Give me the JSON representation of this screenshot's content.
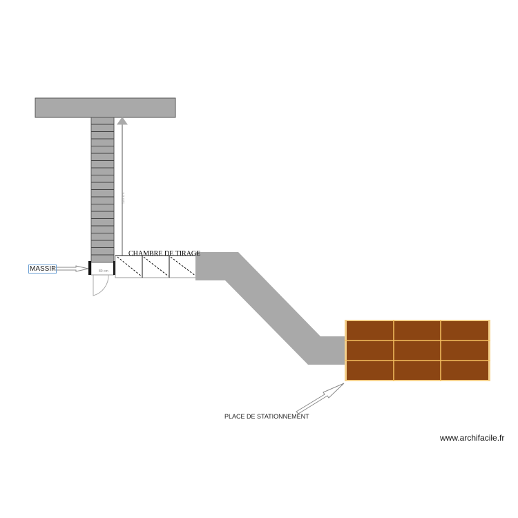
{
  "labels": {
    "chambre": "CHAMBRE DE TIRAGE",
    "massif": "MASSIF",
    "parking": "PLACE DE STATIONNEMENT",
    "door_width": "80 cm",
    "dimension": "520 cm"
  },
  "watermark": "www.archifacile.fr",
  "colors": {
    "wall": "#a9a9a9",
    "parking_fill": "#8b4513",
    "parking_border": "#f5d08a",
    "massif_border": "#6a9fd4"
  }
}
